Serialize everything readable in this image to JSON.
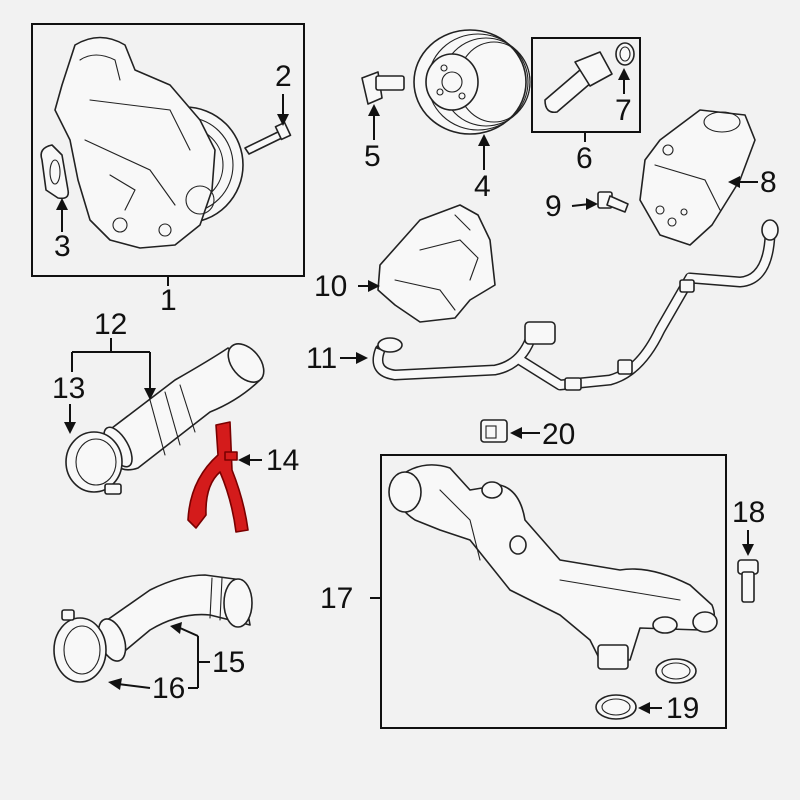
{
  "callouts": {
    "c1": "1",
    "c2": "2",
    "c3": "3",
    "c4": "4",
    "c5": "5",
    "c6": "6",
    "c7": "7",
    "c8": "8",
    "c9": "9",
    "c10": "10",
    "c11": "11",
    "c12": "12",
    "c13": "13",
    "c14": "14",
    "c15": "15",
    "c16": "16",
    "c17": "17",
    "c18": "18",
    "c19": "19",
    "c20": "20"
  },
  "colors": {
    "highlight": "#d41b1b",
    "line": "#111111",
    "background": "#f2f2f2"
  },
  "highlighted_part": "14"
}
